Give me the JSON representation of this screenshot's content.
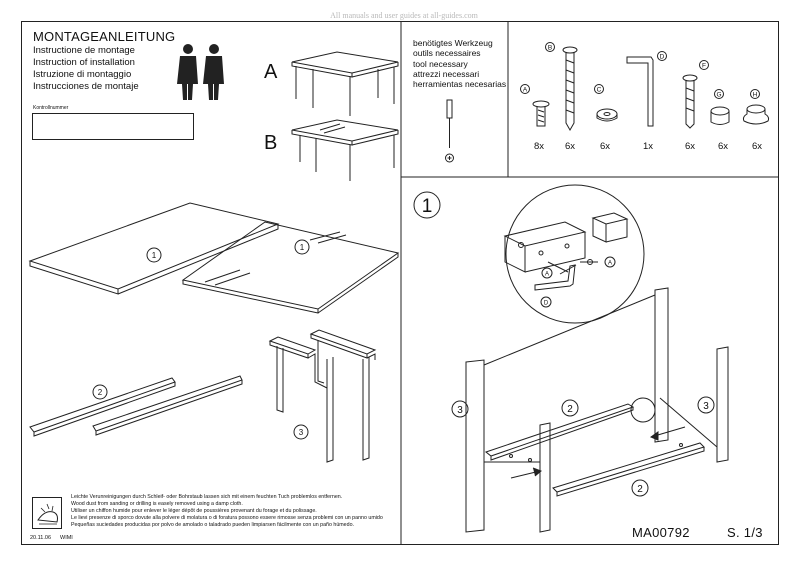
{
  "watermark": "All manuals and user guides at all-guides.com",
  "title": "MONTAGEANLEITUNG",
  "title_lines": [
    "Instructione de montage",
    "Instruction of installation",
    "Istruzione di montaggio",
    "Instrucciones de montaje"
  ],
  "control_number_label": "Kontrollnummer",
  "variants": [
    "A",
    "B"
  ],
  "tools_header": [
    "benötigtes Werkzeug",
    "outils necessaires",
    "tool necessary",
    "attrezzi necessari",
    "herramientas necesarias"
  ],
  "parts": [
    {
      "letter": "A",
      "qty": "8x"
    },
    {
      "letter": "B",
      "qty": "6x"
    },
    {
      "letter": "C",
      "qty": "6x"
    },
    {
      "letter": "D",
      "qty": "1x"
    },
    {
      "letter": "F",
      "qty": "6x"
    },
    {
      "letter": "G",
      "qty": "6x"
    },
    {
      "letter": "H",
      "qty": "6x"
    }
  ],
  "step_number": "1",
  "callouts": {
    "one": "1",
    "two": "2",
    "three": "3",
    "a": "A",
    "d": "D"
  },
  "footer_lines": [
    "Leichte Verunreinigungen durch Schleif- oder Bohrstaub lassen sich mit einem feuchten Tuch problemlos  entfernen.",
    "Wood dust from sanding or drilling is easely removed using a damp cloth.",
    "Utiliser un chiffon humide pour enlever le léger dépôt de poussières provenant du forage et du polissage.",
    "Le lievi presenze di sporco dovute alla polvere di molatura o di foratura possono essere rimosse senza problemi con un panno umido",
    "Pequeñas suciedades producidas por polvo de amolado o taladrado pueden limpiarsen fácilmente con un paño húmedo."
  ],
  "date": "20.11.06",
  "author": "WIMI",
  "doc_code": "MA00792",
  "page": "S. 1/3"
}
